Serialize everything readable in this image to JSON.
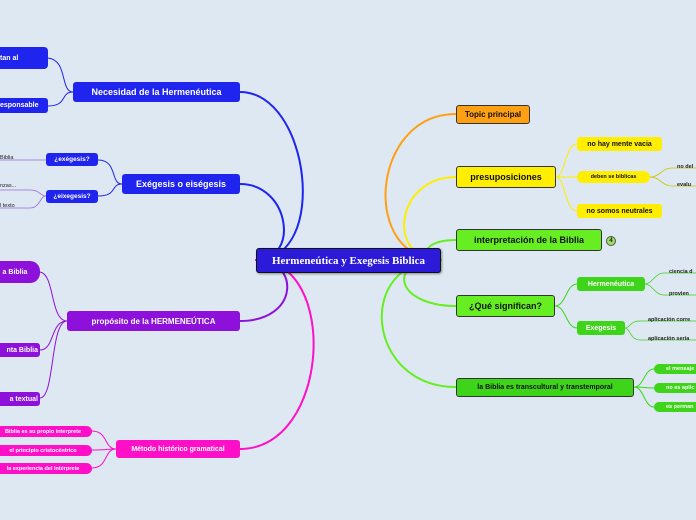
{
  "central": "Hermeneútica y Exegesis Biblica",
  "left": [
    {
      "label": "Necesidad de la Hermenéutica",
      "children": [
        "tan al",
        "esponsable"
      ]
    },
    {
      "label": "Exégesis o eiségesis",
      "children": [
        "¿exégesis?",
        "¿eixegesis?"
      ],
      "leaves": [
        "Biblia",
        "nzas...",
        "l texto"
      ]
    },
    {
      "label": "propósito de la HERMENEÚTICA",
      "children": [
        "a Biblia",
        "nta Biblia",
        "a textual"
      ]
    },
    {
      "label": "Método histórico gramatical",
      "children": [
        "Biblia es su propio interprete",
        "el principio cristocéntrico",
        "la experiencia del intérprete"
      ]
    }
  ],
  "right": {
    "topic": "Topic principal",
    "presuposiciones": {
      "label": "presuposiciones",
      "children": [
        "no hay mente vacia",
        "deben se biblicas",
        "no somos neutrales"
      ],
      "leaves": [
        "no del",
        "evalu"
      ]
    },
    "interpretacion": {
      "label": "interpretación de la Biblia",
      "badge": "4"
    },
    "significan": {
      "label": "¿Qué significan?",
      "children": [
        "Hermenéutica",
        "Exegesis"
      ],
      "leaves": [
        "ciencia d",
        "provien",
        "aplicación corre",
        "aplicación seria"
      ]
    },
    "transcultural": {
      "label": "la Biblia es transcultural y transtemporal",
      "children": [
        "el mensaje",
        "no es aplic",
        "es perman"
      ]
    }
  },
  "colors": {
    "background": "#dde8f2",
    "central": "#2b1ad8",
    "blue": "#1f24ee",
    "purple": "#8d11da",
    "pink": "#ff0fc8",
    "orange": "#ff9f12",
    "yellow": "#ffee00",
    "green": "#66ee22"
  }
}
